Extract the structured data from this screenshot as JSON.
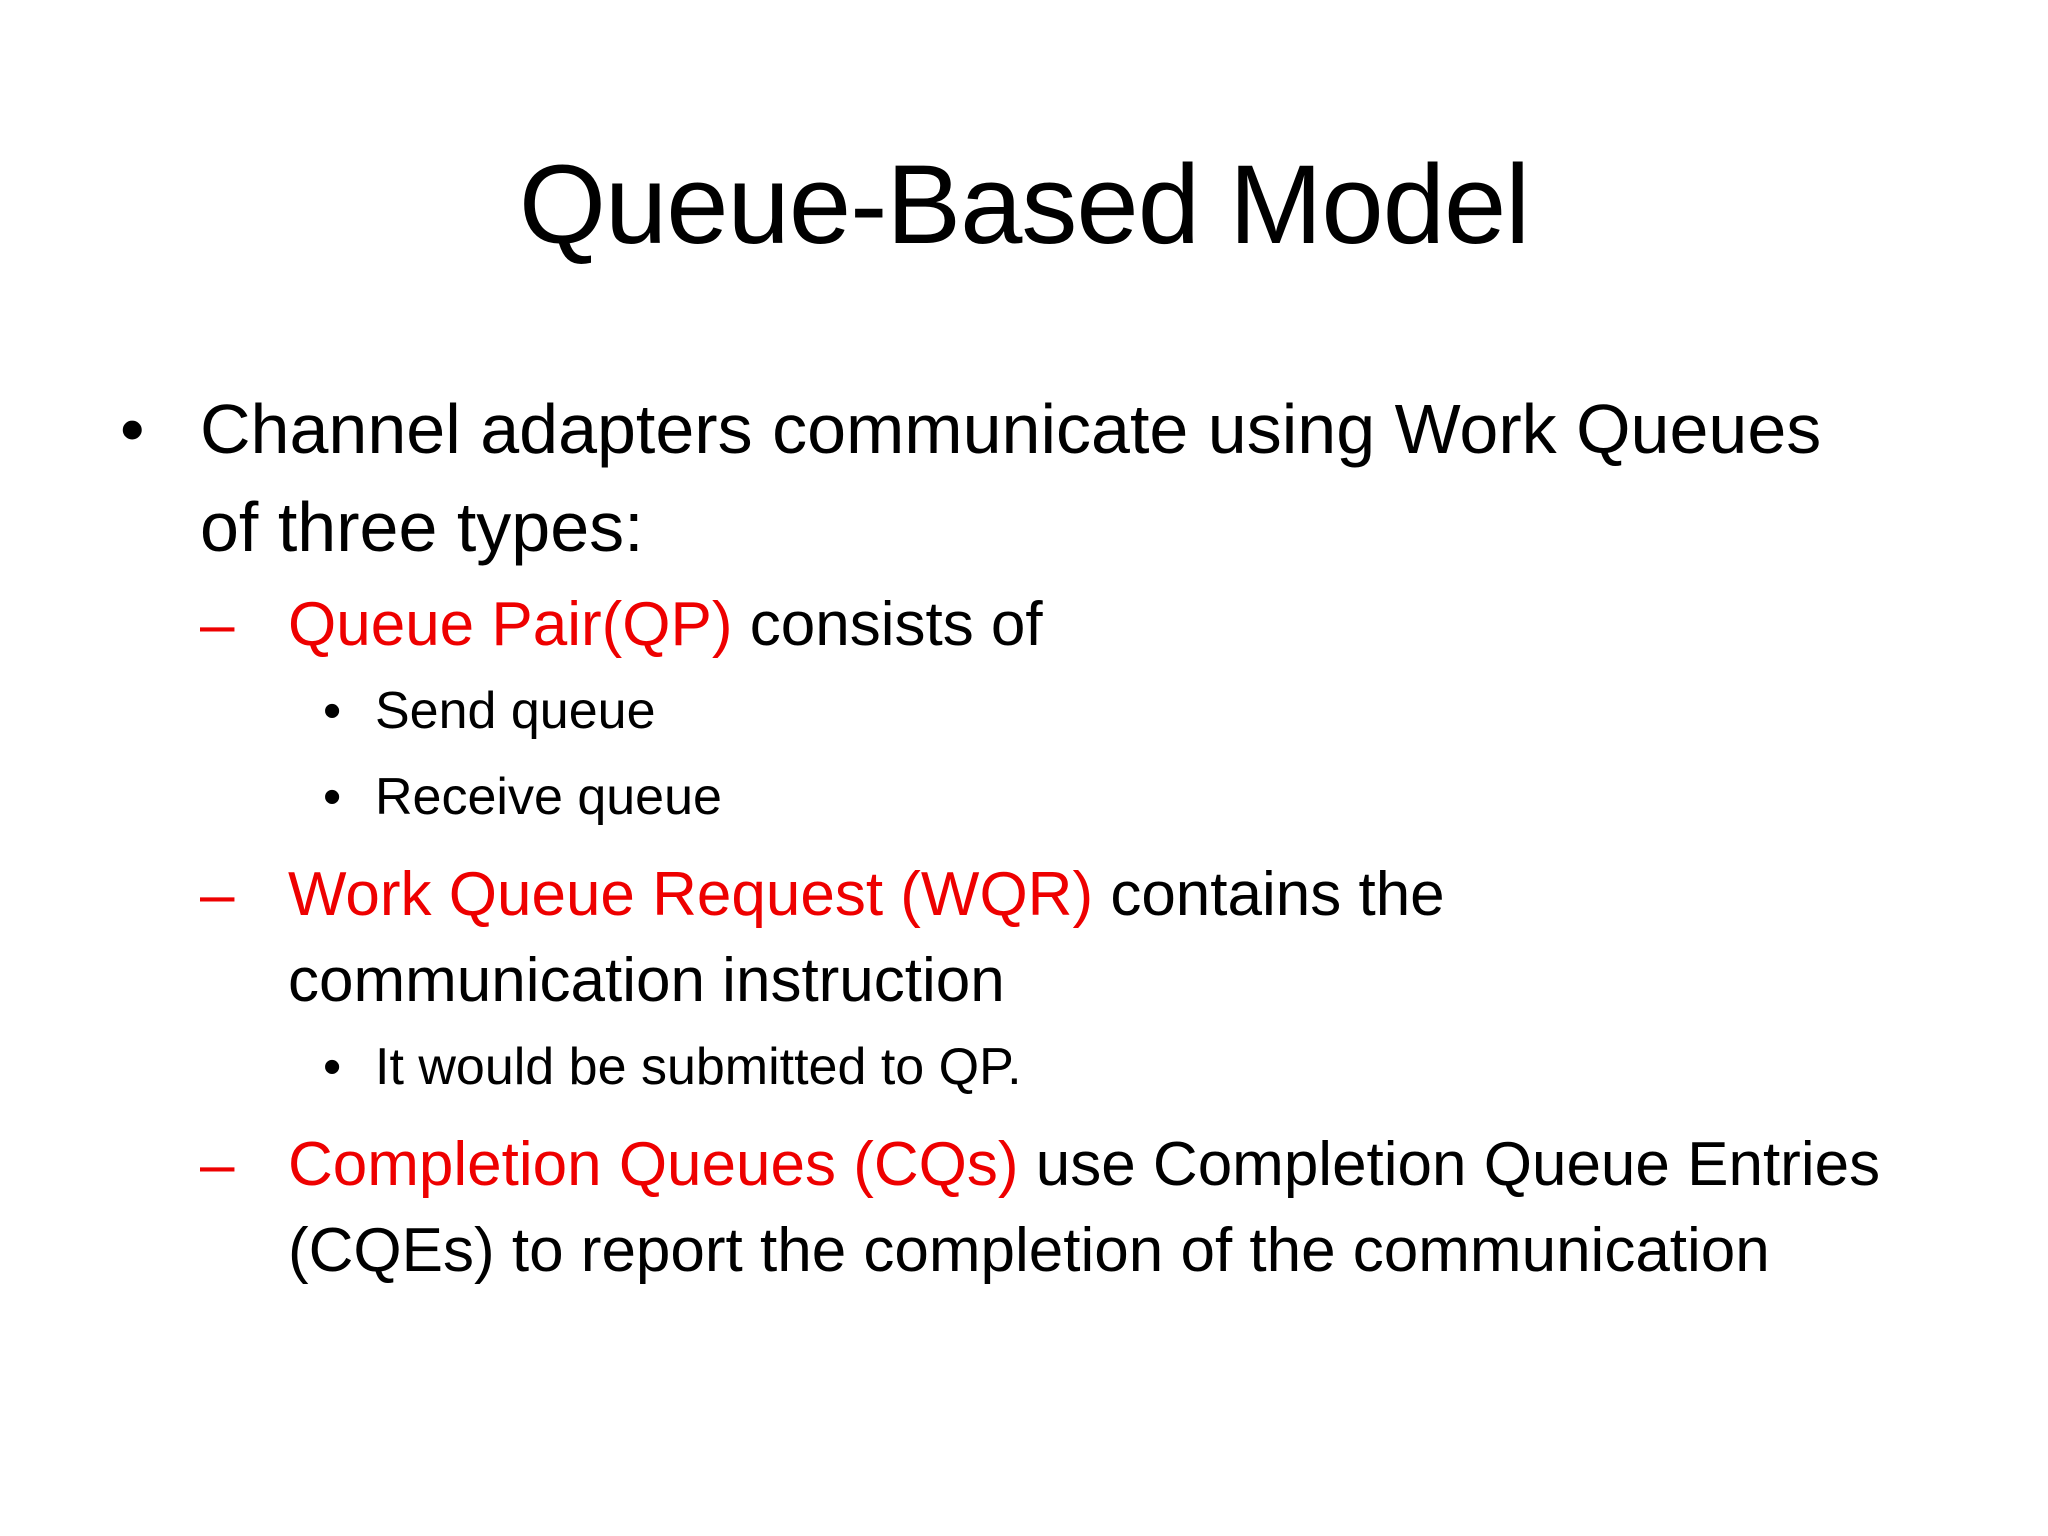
{
  "slide": {
    "title": "Queue-Based Model",
    "accent_color": "#ee0000",
    "bullets": {
      "main": {
        "marker": "•",
        "line1": "Channel adapters communicate using Work Queues",
        "line2": "of three types:"
      },
      "qp": {
        "marker": "–",
        "term": "Queue Pair(QP)",
        "rest": " consists of",
        "sub": [
          {
            "marker": "•",
            "text": "Send queue"
          },
          {
            "marker": "•",
            "text": "Receive queue"
          }
        ]
      },
      "wqr": {
        "marker": "–",
        "term": "Work Queue Request (WQR)",
        "rest": " contains the",
        "line2": "communication instruction",
        "sub": [
          {
            "marker": "•",
            "text": "It would be submitted to QP."
          }
        ]
      },
      "cq": {
        "marker": "–",
        "term": "Completion Queues (CQs)",
        "rest": " use Completion Queue Entries",
        "line2": "(CQEs) to report the completion of the communication"
      }
    }
  }
}
